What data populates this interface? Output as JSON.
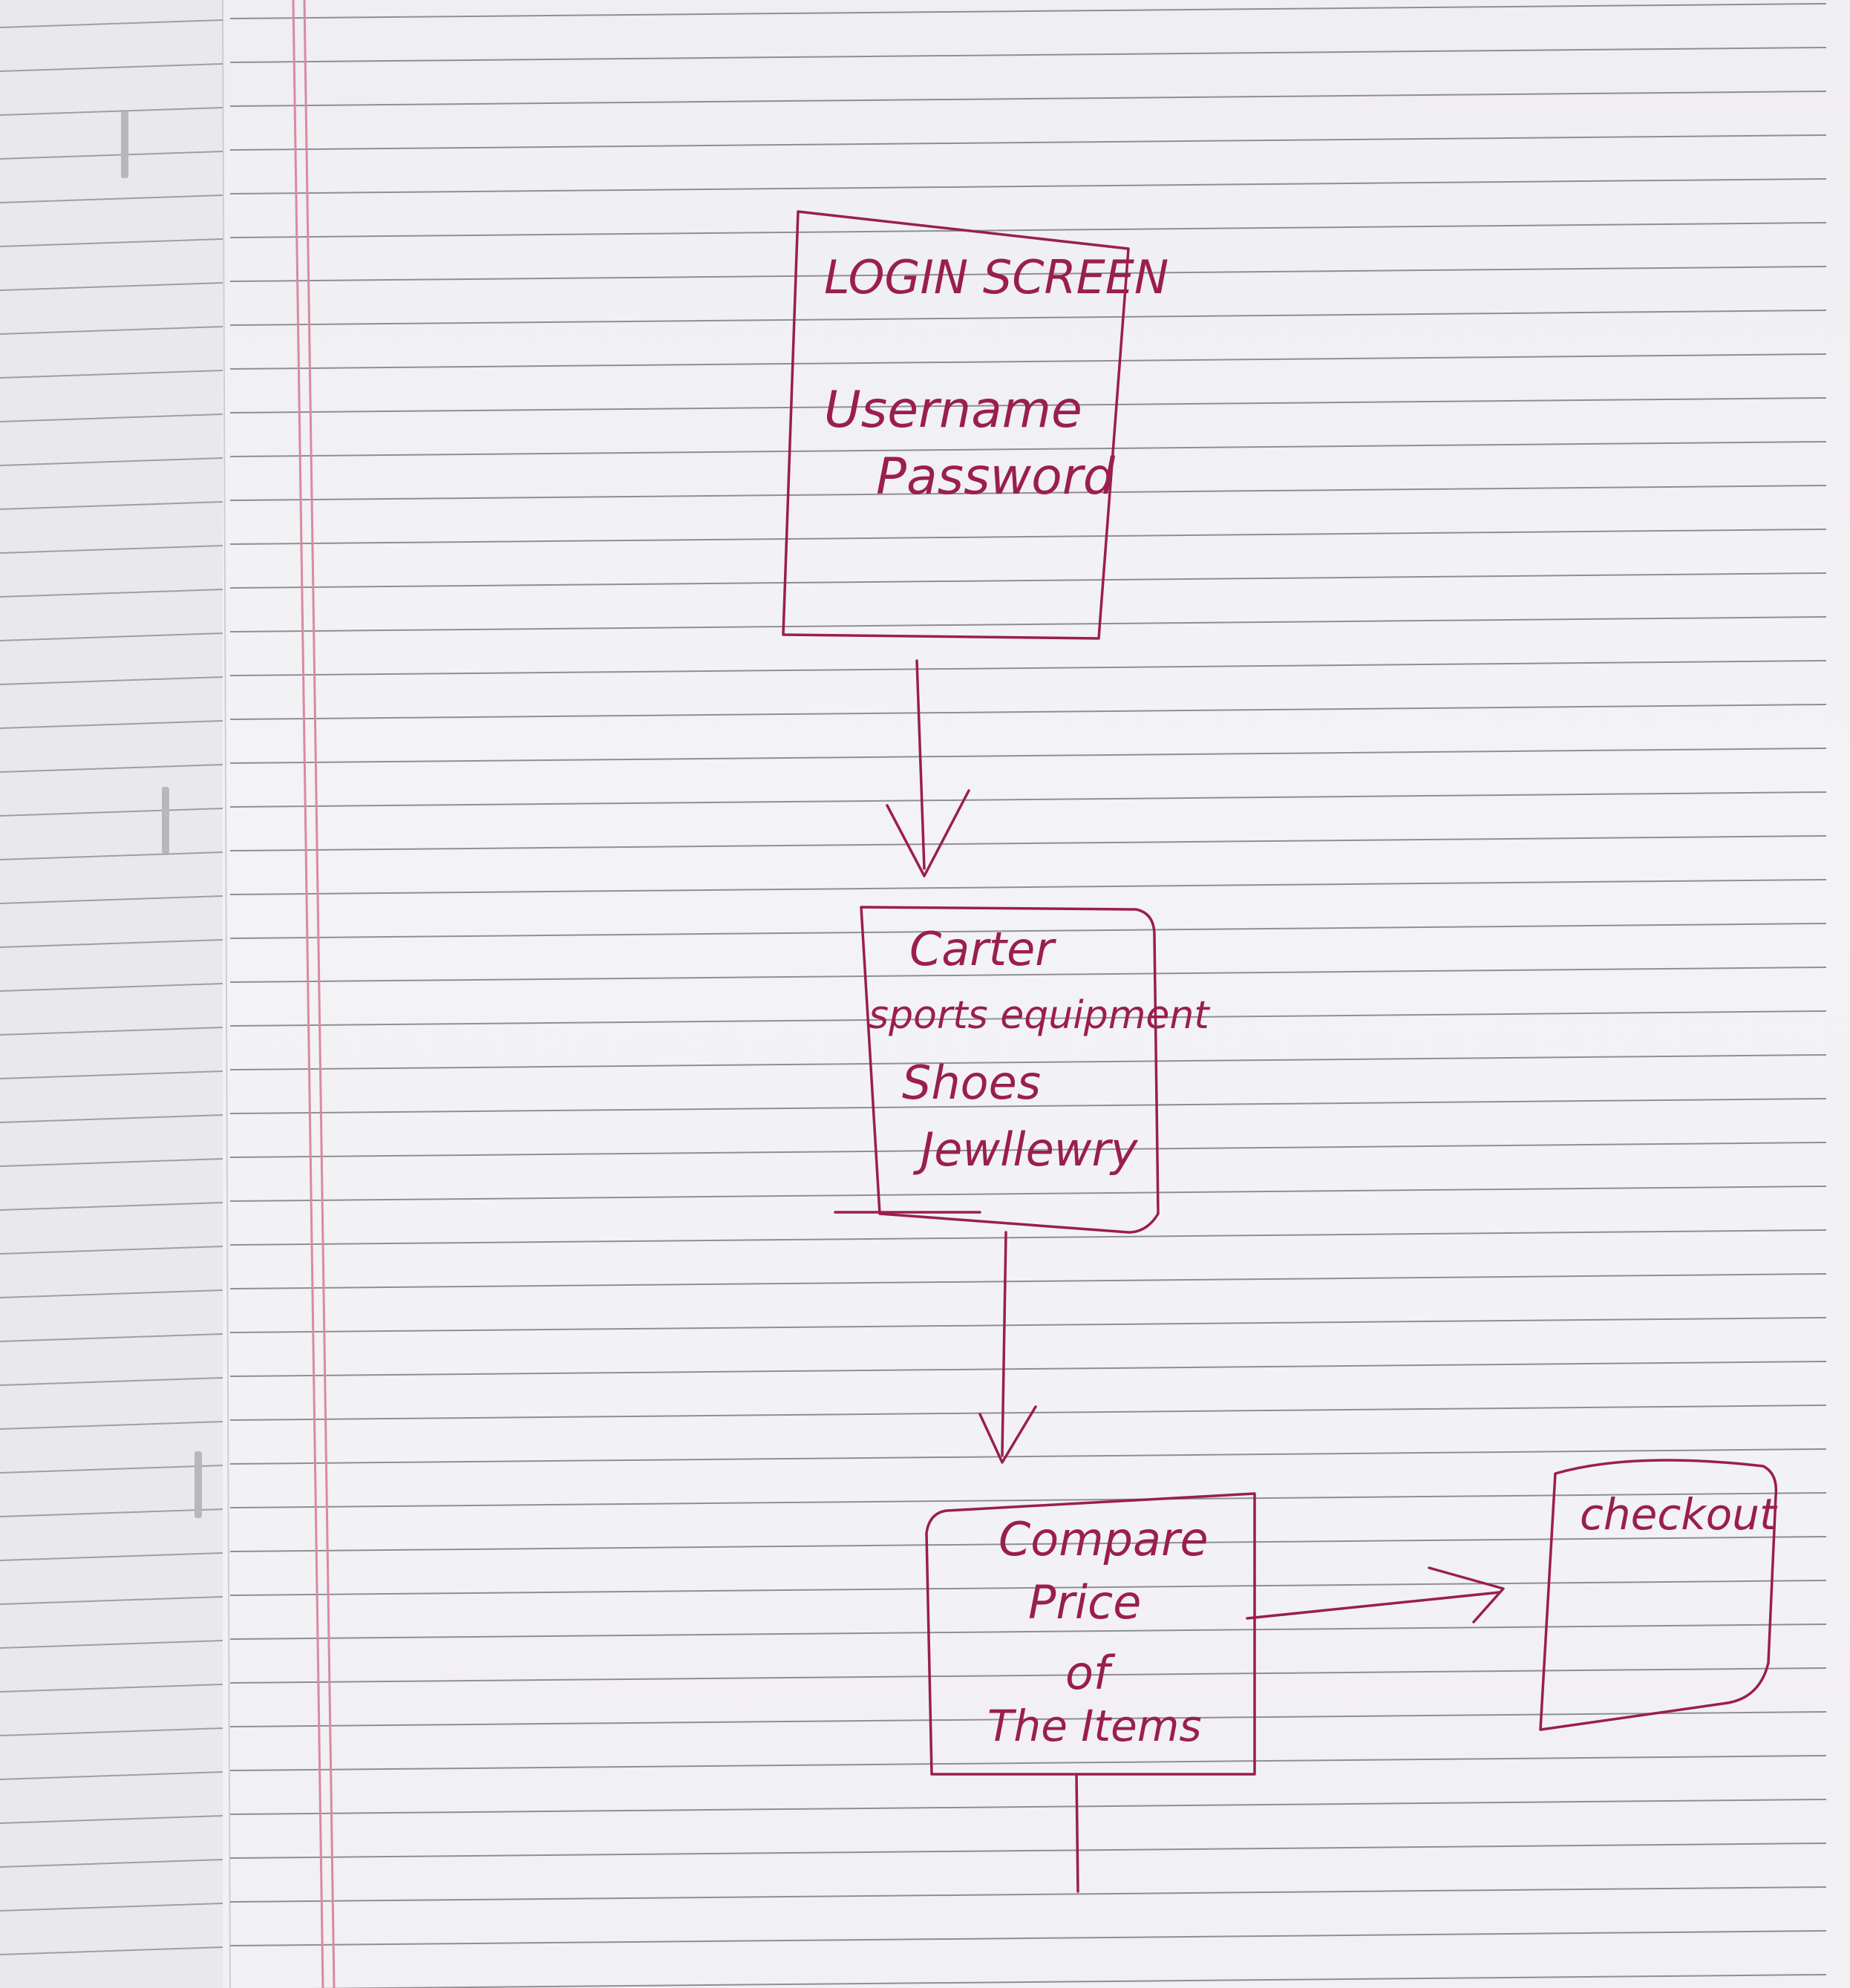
{
  "colors": {
    "ink": "#9a1e4f",
    "ruled_line": "#6f6e76",
    "margin_line": "#d98aa0",
    "paper": "#f2f1f4"
  },
  "diagram": {
    "login_box": {
      "title": "LOGIN SCREEN",
      "line1": "Username",
      "line2": "Password"
    },
    "category_box": {
      "line1": "Carter",
      "line2": "sports equipment",
      "line3": "Shoes",
      "line4": "Jewllewry"
    },
    "compare_box": {
      "line1": "Compare",
      "line2": "Price",
      "line3": "of",
      "line4": "The Items"
    },
    "checkout_box": {
      "title": "checkout"
    }
  }
}
